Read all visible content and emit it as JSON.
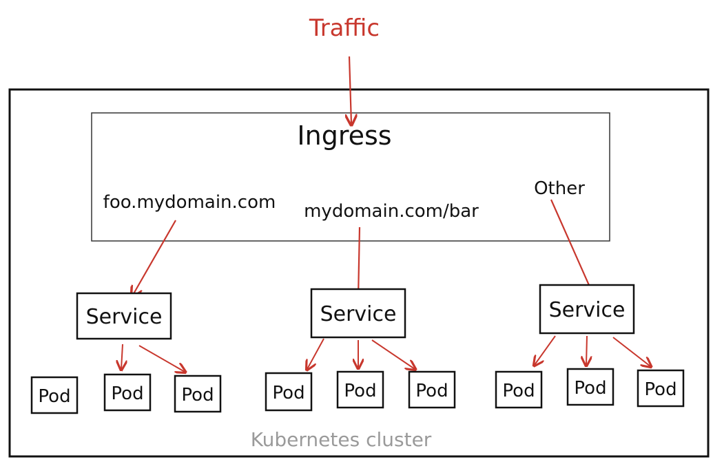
{
  "diagram": {
    "traffic_label": "Traffic",
    "ingress_label": "Ingress",
    "routes": [
      {
        "label": "foo.mydomain.com"
      },
      {
        "label": "mydomain.com/bar"
      },
      {
        "label": "Other"
      }
    ],
    "service_label": "Service",
    "pod_label": "Pod",
    "cluster_label": "Kubernetes cluster"
  },
  "colors": {
    "ink": "#111111",
    "arrow": "#c8372d",
    "traffic_text": "#c8372d",
    "cluster_text": "#9a9a9a",
    "ingress_border": "#333333"
  }
}
